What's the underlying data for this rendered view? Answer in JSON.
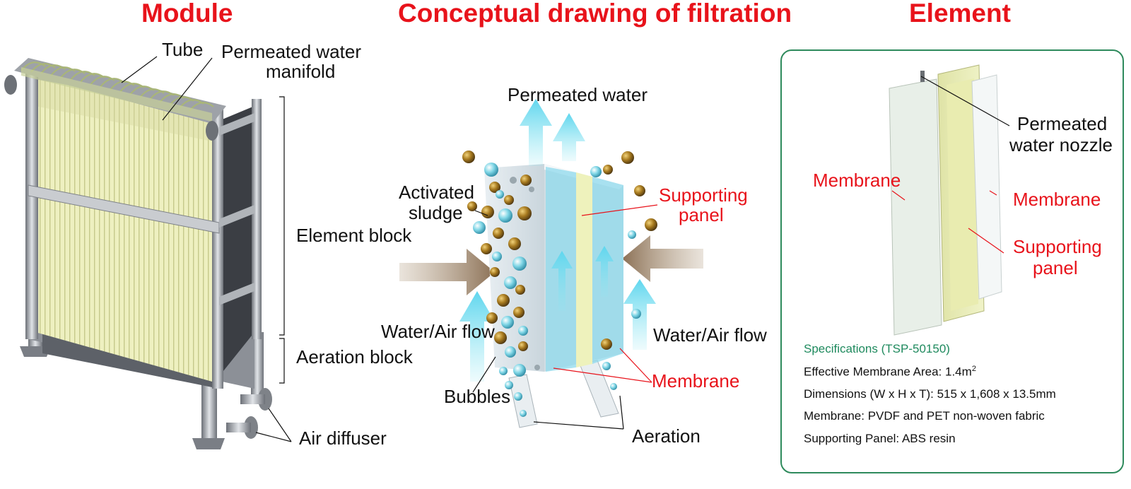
{
  "headings": {
    "module": "Module",
    "concept": "Conceptual drawing of filtration",
    "element": "Element"
  },
  "module_labels": {
    "tube": "Tube",
    "manifold_line1": "Permeated water",
    "manifold_line2": "manifold",
    "element_block": "Element block",
    "aeration_block": "Aeration block",
    "air_diffuser": "Air diffuser"
  },
  "concept_labels": {
    "permeated_water": "Permeated water",
    "activated_line1": "Activated",
    "activated_line2": "sludge",
    "supporting_line1": "Supporting",
    "supporting_line2": "panel",
    "flow_left": "Water/Air flow",
    "flow_right": "Water/Air flow",
    "membrane": "Membrane",
    "bubbles": "Bubbles",
    "aeration": "Aeration"
  },
  "element_labels": {
    "nozzle_line1": "Permeated",
    "nozzle_line2": "water nozzle",
    "membrane_left": "Membrane",
    "membrane_right": "Membrane",
    "supporting_line1": "Supporting",
    "supporting_line2": "panel"
  },
  "specs": {
    "title": "Specifications (TSP-50150)",
    "area_prefix": "Effective Membrane Area: 1.4m",
    "area_sup": "2",
    "dimensions": "Dimensions (W x H x T): 515 x 1,608 x 13.5mm",
    "membrane": "Membrane: PVDF and PET non-woven fabric",
    "panel": "Supporting Panel: ABS resin"
  },
  "colors": {
    "heading": "#e8131b",
    "spec_title": "#1f8a5e",
    "box_border": "#2e8a5c",
    "membrane_yellow": "#e8ecb8",
    "water_arrow": "#8fe6f2"
  }
}
